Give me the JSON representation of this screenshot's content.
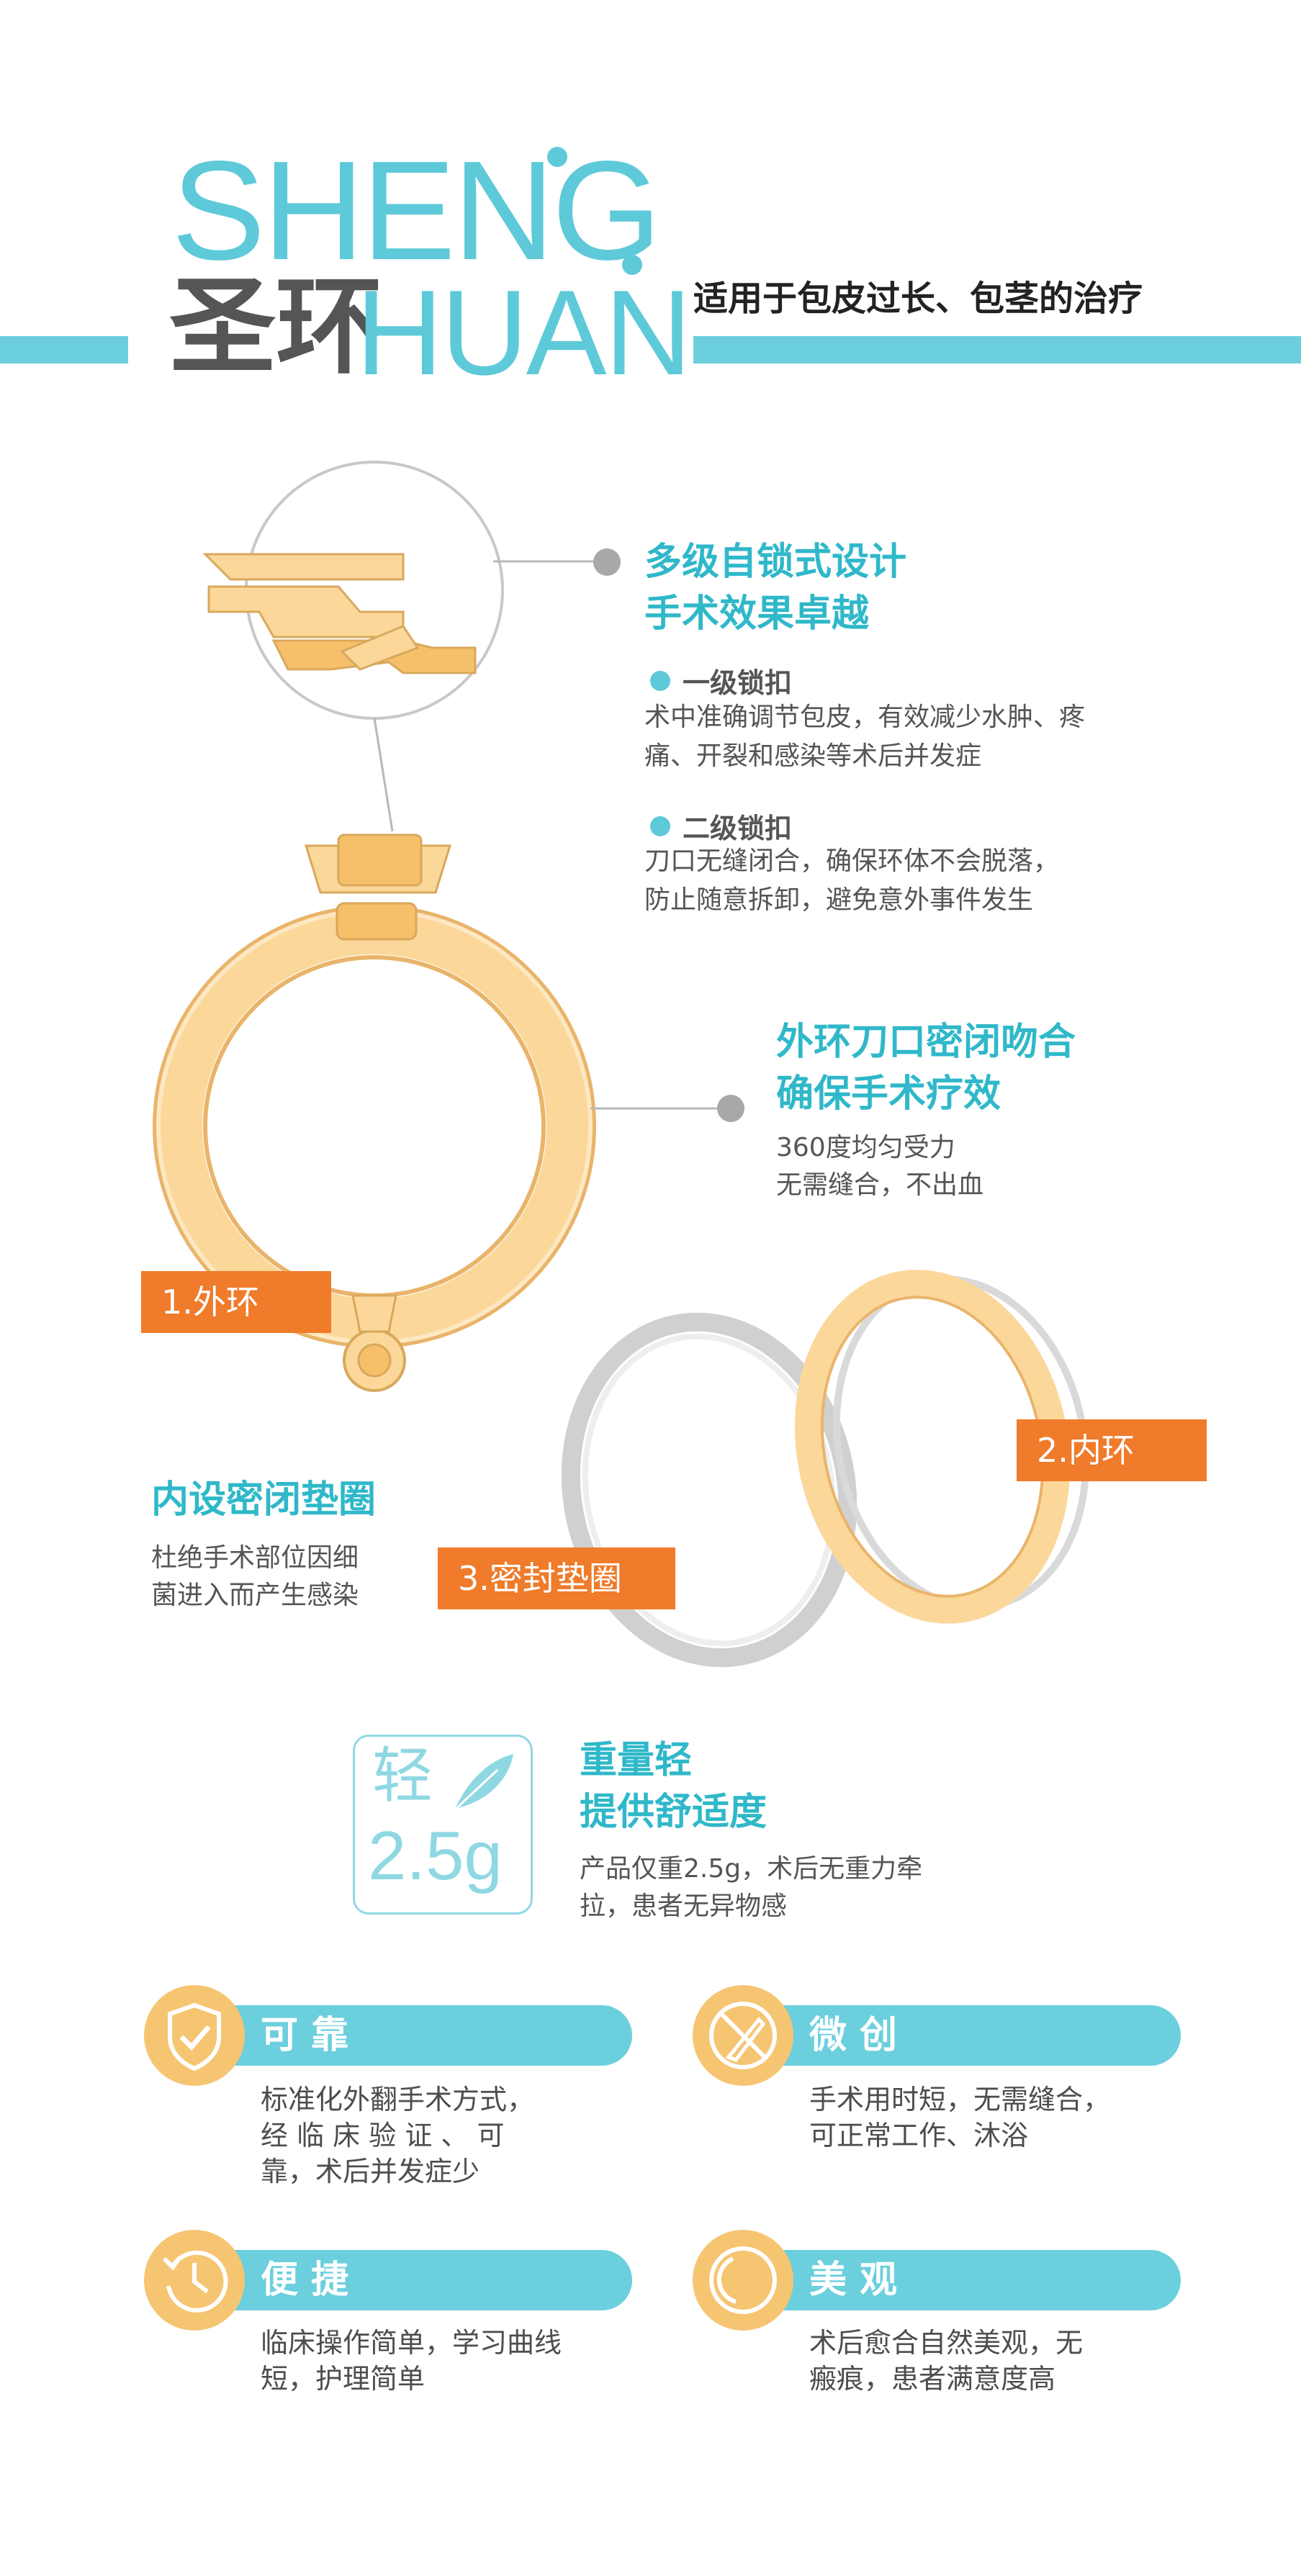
{
  "header": {
    "logo_en": "SHENG",
    "logo_cn": "圣环",
    "logo_huan": "HUAN",
    "tagline": "适用于包皮过长、包茎的治疗"
  },
  "lock_design": {
    "title_1": "多级自锁式设计",
    "title_2": "手术效果卓越",
    "items": [
      {
        "title": "一级锁扣",
        "line_1": "术中准确调节包皮，有效减少水肿、疼",
        "line_2": "痛、开裂和感染等术后并发症"
      },
      {
        "title": "二级锁扣",
        "line_1": "刀口无缝闭合，确保环体不会脱落，",
        "line_2": "防止随意拆卸，避免意外事件发生"
      }
    ]
  },
  "outer_ring": {
    "title_1": "外环刀口密闭吻合",
    "title_2": "确保手术疗效",
    "line_1": "360度均匀受力",
    "line_2": "无需缝合，不出血"
  },
  "seal": {
    "title": "内设密闭垫圈",
    "line_1": "杜绝手术部位因细",
    "line_2": "菌进入而产生感染"
  },
  "tags": {
    "outer": "1.外环",
    "inner": "2.内环",
    "gasket": "3.密封垫圈"
  },
  "weight": {
    "box_char": "轻",
    "box_value": "2.5g",
    "title_1": "重量轻",
    "title_2": "提供舒适度",
    "line_1": "产品仅重2.5g，术后无重力牵",
    "line_2": "拉，患者无异物感"
  },
  "features": [
    {
      "label": "可靠",
      "icon": "shield-check-icon",
      "lines": [
        "标准化外翻手术方式，",
        "经 临 床 验 证 、 可",
        "靠，术后并发症少"
      ]
    },
    {
      "label": "微创",
      "icon": "no-scalpel-icon",
      "lines": [
        "手术用时短，无需缝合，",
        "可正常工作、沐浴"
      ]
    },
    {
      "label": "便捷",
      "icon": "clock-icon",
      "lines": [
        "临床操作简单，学习曲线",
        "短，护理简单"
      ]
    },
    {
      "label": "美观",
      "icon": "circle-icon",
      "lines": [
        "术后愈合自然美观，无",
        "瘢痕，患者满意度高"
      ]
    }
  ],
  "colors": {
    "cyan": "#5ecad9",
    "orange": "#ef7b2b",
    "ring_fill": "#fbd79a",
    "badge": "#f6c572"
  }
}
